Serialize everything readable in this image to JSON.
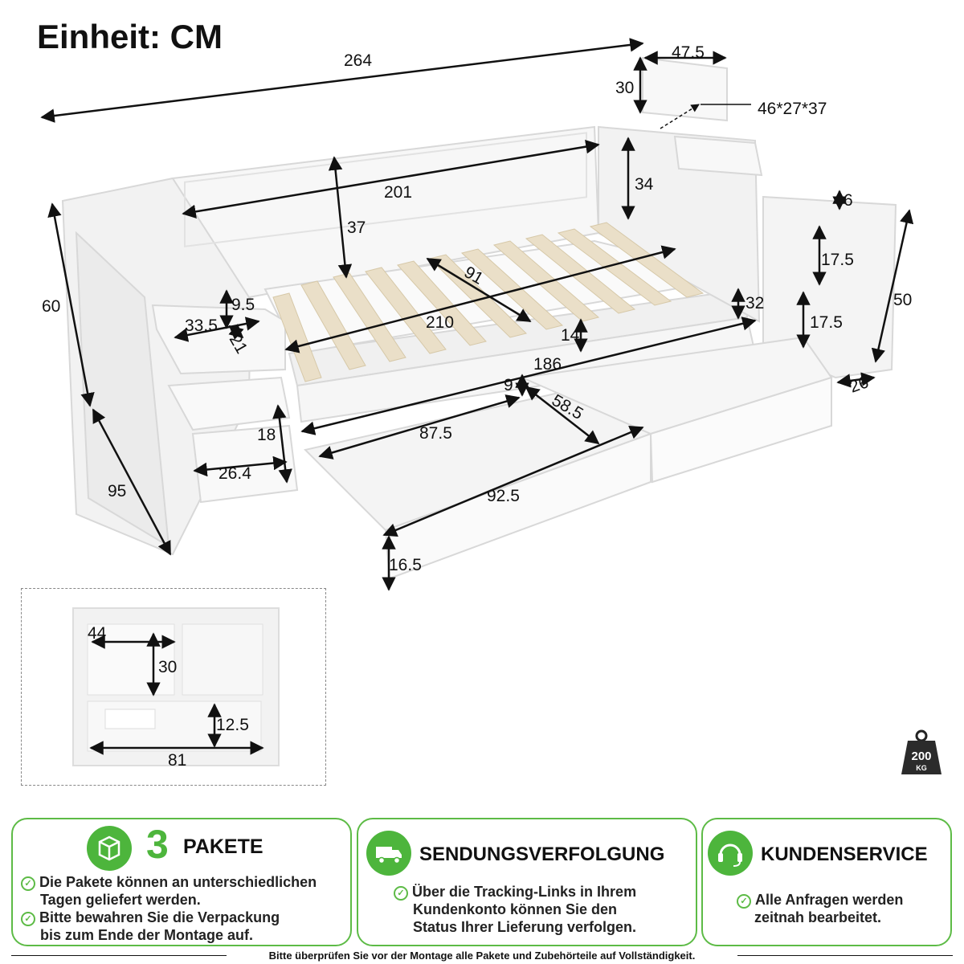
{
  "unit_title": "Einheit: CM",
  "dimensions": {
    "d264": "264",
    "d47_5": "47.5",
    "d30_top": "30",
    "d46x27x37": "46*27*37",
    "d34": "34",
    "d201": "201",
    "d37": "37",
    "d6": "6",
    "d17_5a": "17.5",
    "d17_5b": "17.5",
    "d50": "50",
    "d32": "32",
    "d91": "91",
    "d210": "210",
    "d14": "14",
    "d186": "186",
    "d9": "9",
    "d58_5": "58.5",
    "d87_5": "87.5",
    "d92_5": "92.5",
    "d16_5": "16.5",
    "d60": "60",
    "d95": "95",
    "d9_5": "9.5",
    "d33_5": "33.5",
    "d21": "21",
    "d18": "18",
    "d26_4": "26.4",
    "d26": "26"
  },
  "inset": {
    "d44": "44",
    "d30": "30",
    "d12_5": "12.5",
    "d81": "81"
  },
  "weight_badge": {
    "value": "200",
    "unit": "KG"
  },
  "panels": [
    {
      "number": "3",
      "title": "PAKETE",
      "icon": "package-icon",
      "lines": [
        "Die Pakete können an unterschiedlichen",
        "Tagen geliefert werden.",
        "Bitte bewahren Sie die Verpackung",
        "bis zum Ende der Montage auf."
      ]
    },
    {
      "title": "SENDUNGSVERFOLGUNG",
      "icon": "truck-icon",
      "lines": [
        "Über die Tracking-Links in Ihrem",
        "Kundenkonto können Sie den",
        "Status Ihrer Lieferung verfolgen."
      ]
    },
    {
      "title": "KUNDENSERVICE",
      "icon": "headset-icon",
      "lines": [
        "Alle Anfragen werden",
        "zeitnah bearbeitet."
      ]
    }
  ],
  "footer_note": "Bitte überprüfen Sie vor der Montage alle Pakete und Zubehörteile auf Vollständigkeit.",
  "colors": {
    "accent": "#4db53c",
    "border": "#5dbb46",
    "furniture": "#f4f4f4",
    "slats": "#e8dcc4"
  }
}
